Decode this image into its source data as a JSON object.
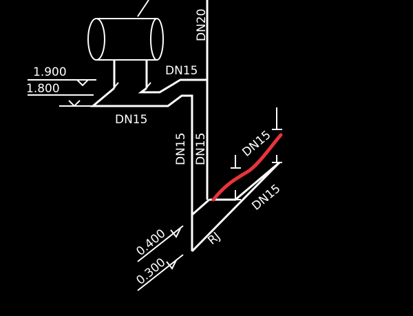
{
  "colors": {
    "background": "#000000",
    "pipe": "#ffffff",
    "markup": "#e8343a"
  },
  "labels": {
    "dn20": "DN20",
    "dn15_upper_horizontal": "DN15",
    "dn15_lower_horizontal": "DN15",
    "dn15_left_riser": "DN15",
    "dn15_right_riser": "DN15",
    "dn15_upper_diagonal": "DN15",
    "dn15_lower_diagonal": "DN15",
    "rj": "RJ"
  },
  "elevations": {
    "e1_900": "1.900",
    "e1_800": "1.800",
    "e0_400": "0.400",
    "e0_300": "0.300"
  },
  "symbols": {
    "tank": "water-heater-tank",
    "valves": "valve-tick-marks"
  }
}
